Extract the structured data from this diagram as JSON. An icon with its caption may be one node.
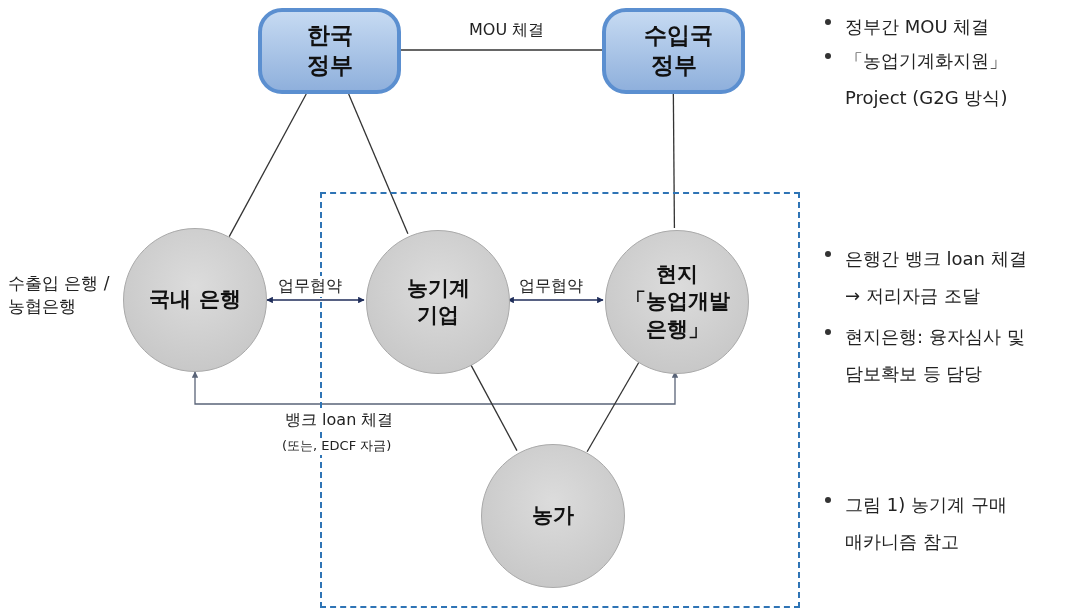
{
  "diagram": {
    "nodes": [
      {
        "text": [
          "한국 정부"
        ]
      },
      {
        "text": [
          "수입국 정부"
        ]
      },
      {
        "text": [],
        "shape": "box"
      },
      {
        "text": [
          "국내 은행"
        ],
        "beside": [
          "수출입 은행 /농협은행"
        ]
      },
      {
        "text": [
          "농기계 기업"
        ],
        "in": 2
      },
      {
        "text": [
          "현지 「농업개발 은행」"
        ],
        "in": 2
      },
      {
        "text": [
          "농가"
        ],
        "in": 2
      }
    ],
    "edges": [
      {
        "from": 0,
        "to": 1,
        "arrow": "none",
        "label": "MOU 체결"
      },
      {
        "from": 0,
        "to": 3,
        "arrow": "none"
      },
      {
        "from": 0,
        "to": 4,
        "arrow": "none"
      },
      {
        "from": 1,
        "to": 5,
        "arrow": "none"
      },
      {
        "from": 3,
        "to": 4,
        "arrow": "both",
        "label": "업무협약",
        "color": "#1f2d5a"
      },
      {
        "from": 4,
        "to": 5,
        "arrow": "both",
        "label": "업무협약",
        "color": "#1f2d5a"
      },
      {
        "from": 3,
        "to": 5,
        "arrow": "both",
        "label": "뱅크 loan 체결",
        "color": "#5a6478"
      },
      {
        "from": 4,
        "to": 6,
        "arrow": "none"
      },
      {
        "from": 5,
        "to": 6,
        "arrow": "none"
      }
    ],
    "labels": [
      "(또는, EDCF 자금)",
      "정부간 MOU 체결",
      "「농업기계화지원」 Project (G2G 방식)",
      "은행간 뱅크 loan 체결 → 저리자금 조달",
      "현지은행: 융자심사 및 담보확보 등 담당",
      "그림 1) 농기계 구매 매카니즘 참고"
    ]
  }
}
